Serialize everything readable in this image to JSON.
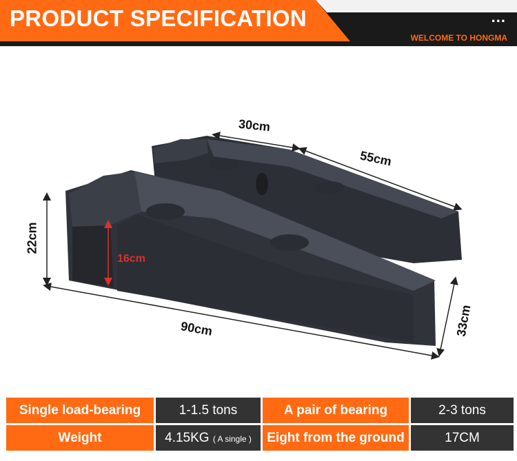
{
  "header": {
    "title": "PRODUCT SPECIFICATION",
    "menu_dots": "...",
    "welcome": "WELCOME TO HONGMA"
  },
  "dimensions": {
    "width_top": "30cm",
    "slope_length": "55cm",
    "height": "22cm",
    "inner_height": "16cm",
    "length": "90cm",
    "width": "33cm"
  },
  "spec": {
    "rows": [
      {
        "label1": "Single load-bearing",
        "value1": "1-1.5 tons",
        "label2": "A pair of bearing",
        "value2": "2-3 tons"
      },
      {
        "label1": "Weight",
        "value1": "4.15KG",
        "value1_note": "( A single )",
        "label2": "Eight from the ground",
        "value2": "17CM"
      }
    ]
  },
  "colors": {
    "accent": "#ff6a13",
    "header_dark": "#1a1a1a",
    "cell_dark": "#333333"
  }
}
